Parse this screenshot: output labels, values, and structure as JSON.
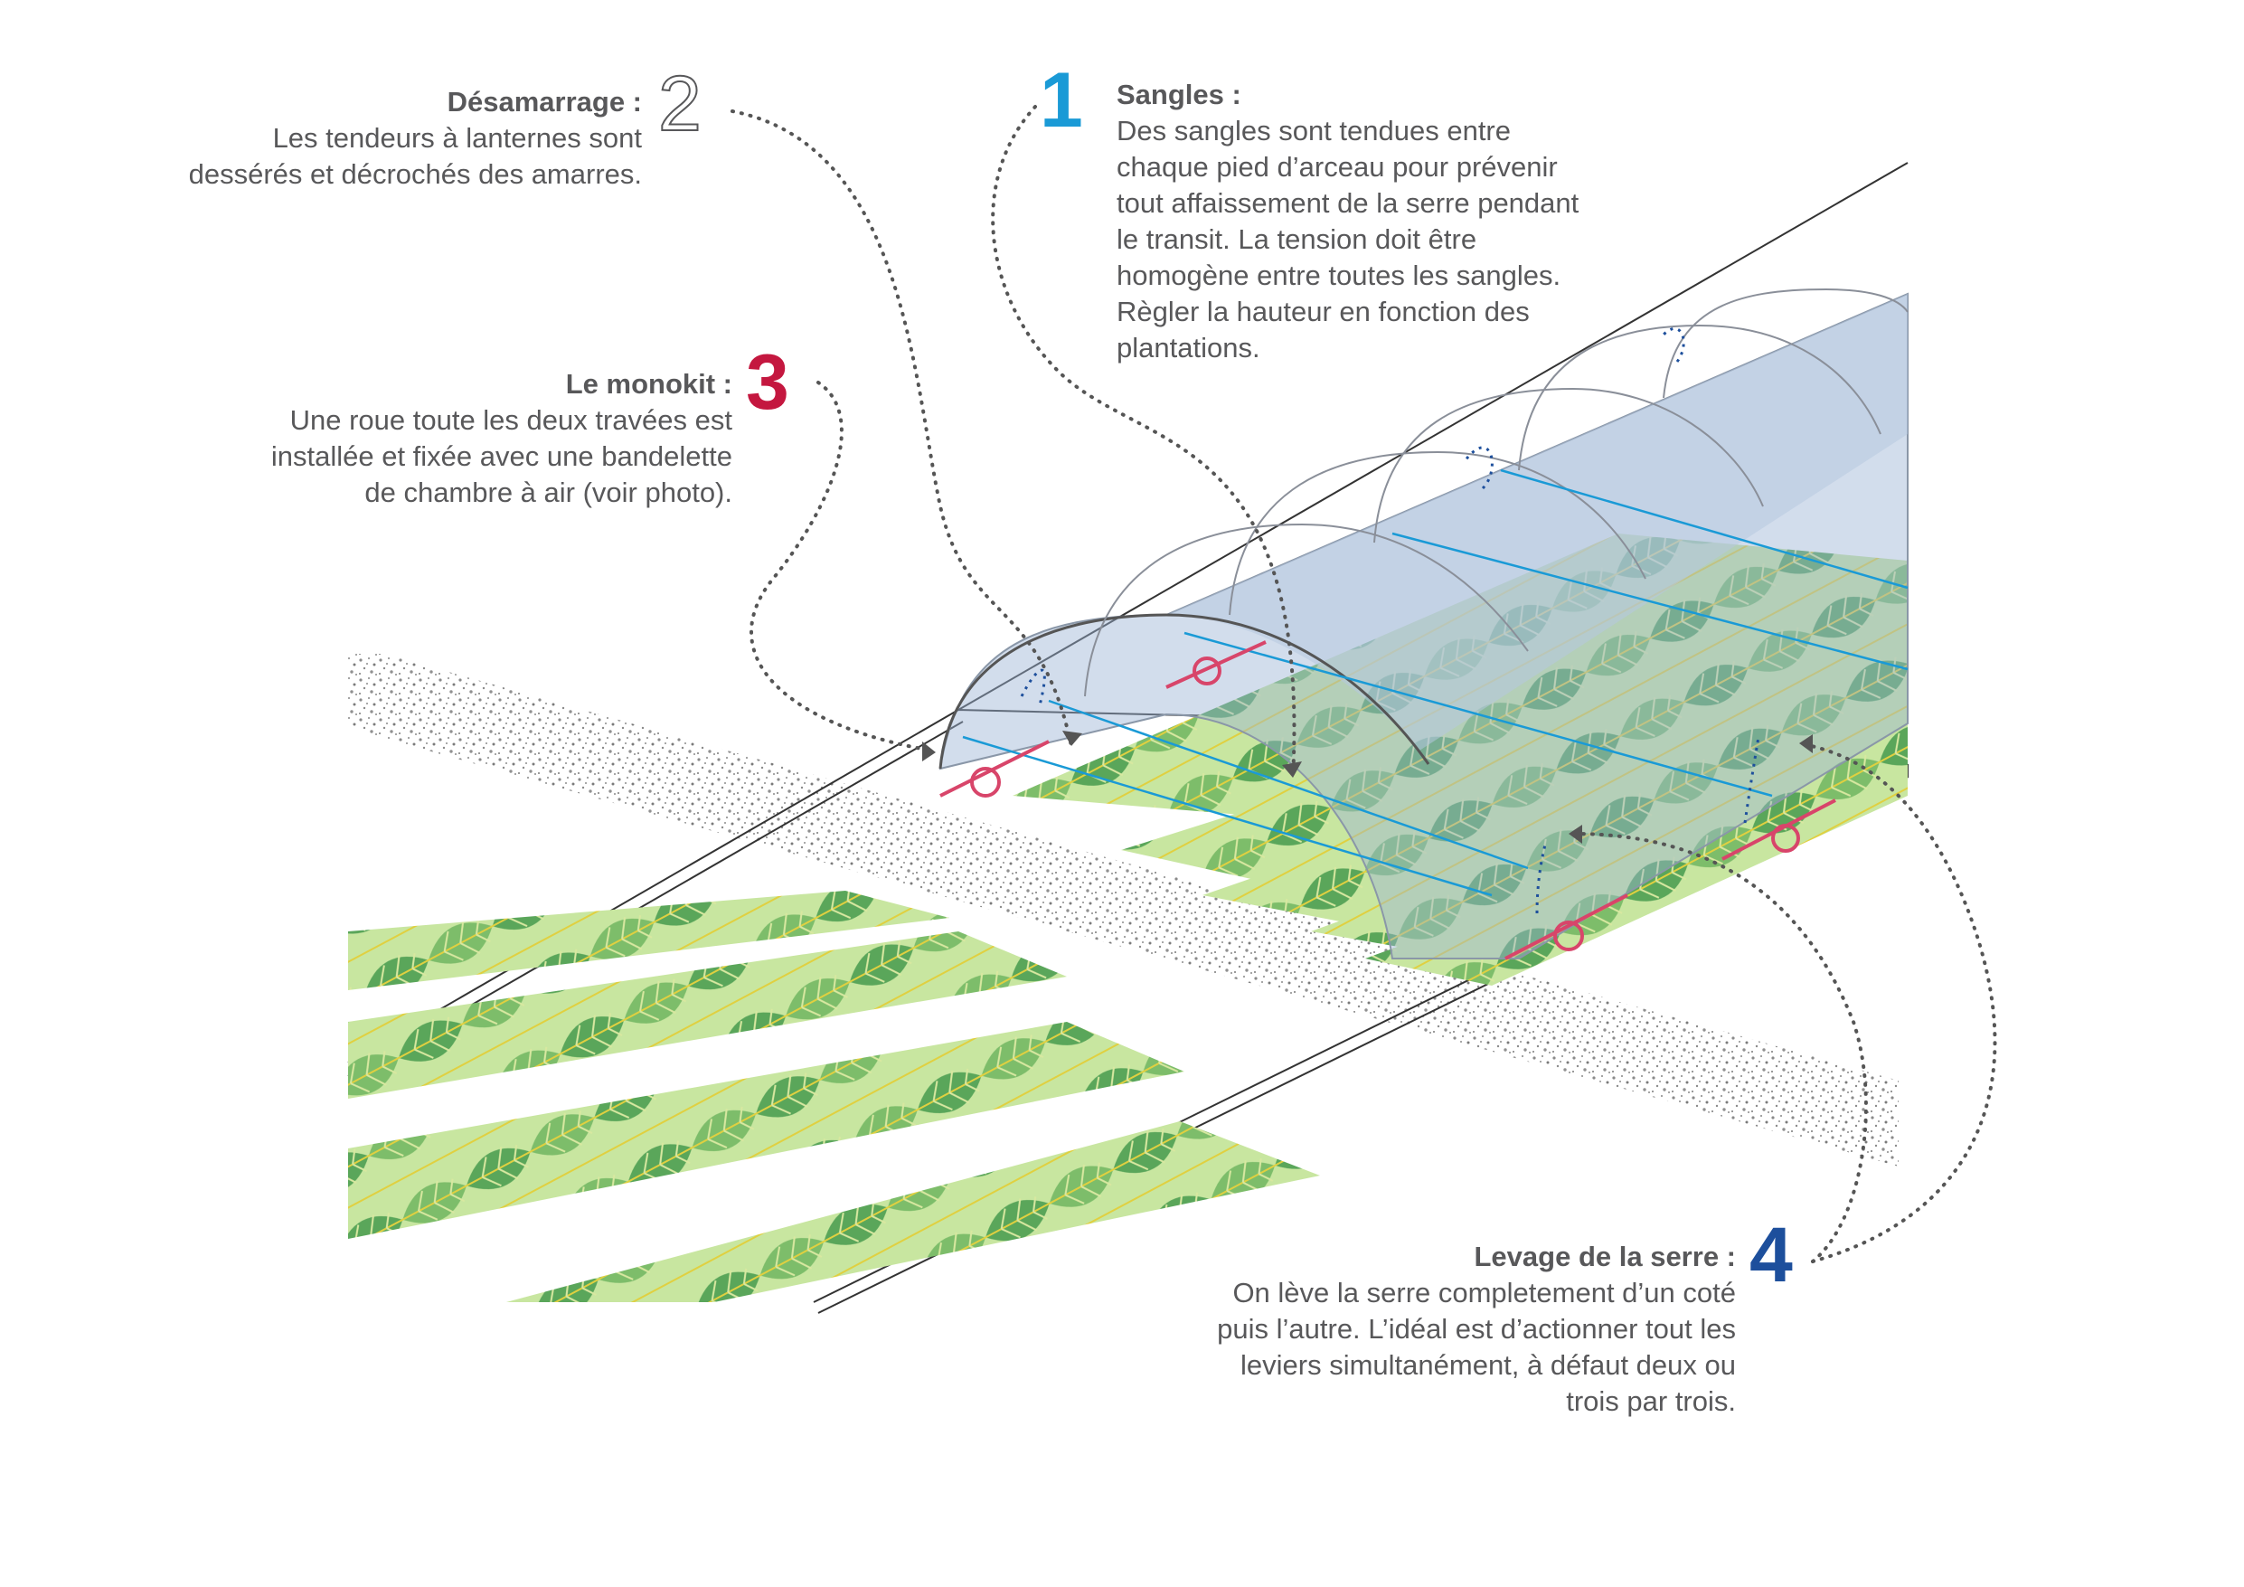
{
  "callouts": [
    {
      "id": "1",
      "number": "1",
      "color": "#1a9ad6",
      "outline": false,
      "title": "Sangles :",
      "lines": [
        "Des sangles sont tendues entre",
        "chaque pied d’arceau pour prévenir",
        "tout affaissement de la serre pendant",
        "le transit. La tension doit être",
        "homogène entre toutes les sangles.",
        "Règler la hauteur en fonction des",
        "plantations."
      ]
    },
    {
      "id": "2",
      "number": "2",
      "color": "#58585a",
      "outline": true,
      "title": "Désamarrage :",
      "lines": [
        "Les tendeurs à lanternes sont",
        "dessérés et décrochés des amarres."
      ]
    },
    {
      "id": "3",
      "number": "3",
      "color": "#c4173f",
      "outline": false,
      "title": "Le monokit :",
      "lines": [
        "Une roue toute les deux travées est",
        "installée et fixée avec une bandelette",
        "de chambre à air (voir photo)."
      ]
    },
    {
      "id": "4",
      "number": "4",
      "color": "#1d4f9c",
      "outline": false,
      "title": "Levage de la serre :",
      "lines": [
        "On lève la serre completement d’un coté",
        "puis l’autre. L’idéal est d’actionner tout les",
        "leviers simultanément, à défaut deux ou",
        "trois par trois."
      ]
    }
  ],
  "colors": {
    "text": "#58585a",
    "leaf_dark": "#5aa65a",
    "leaf_light": "#c8e6a0",
    "leaf_vein": "#e0d040",
    "tunnel": "#9bb4d4",
    "strap": "#1a9ad6",
    "wheel": "#d8456a",
    "gravel": "#8a8a8a"
  }
}
